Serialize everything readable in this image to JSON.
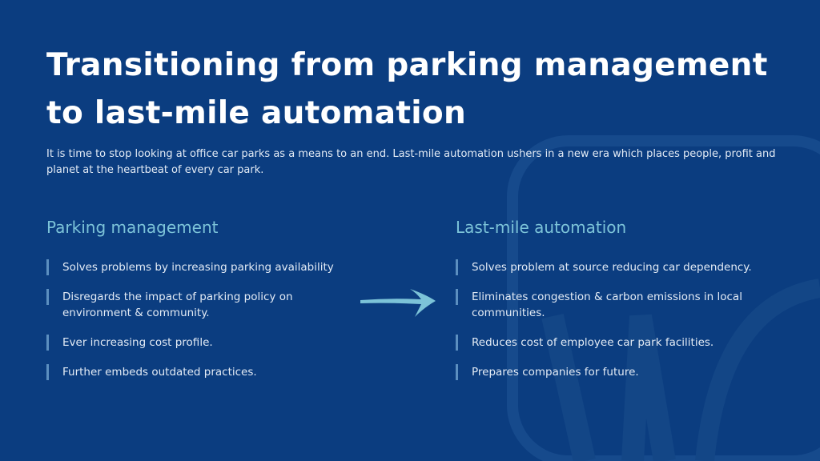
{
  "title": "Transitioning from parking management to last-mile automation",
  "subtitle": "It is time to stop looking at office car parks as a means to an end. Last-mile automation ushers in a new era which places people, profit and planet at the heartbeat of every car park.",
  "left": {
    "heading": "Parking management",
    "items": [
      "Solves problems by increasing parking availability",
      "Disregards the impact of parking policy on environment & community.",
      "Ever increasing cost profile.",
      "Further embeds outdated practices."
    ]
  },
  "right": {
    "heading": "Last-mile automation",
    "items": [
      "Solves problem at source reducing car dependency.",
      "Eliminates congestion & carbon emissions in local communities.",
      "Reduces cost of employee car park facilities.",
      "Prepares companies for future."
    ]
  },
  "colors": {
    "background": "#0b3d80",
    "accent": "#7cc3d8",
    "bar": "#5c8fc0"
  }
}
